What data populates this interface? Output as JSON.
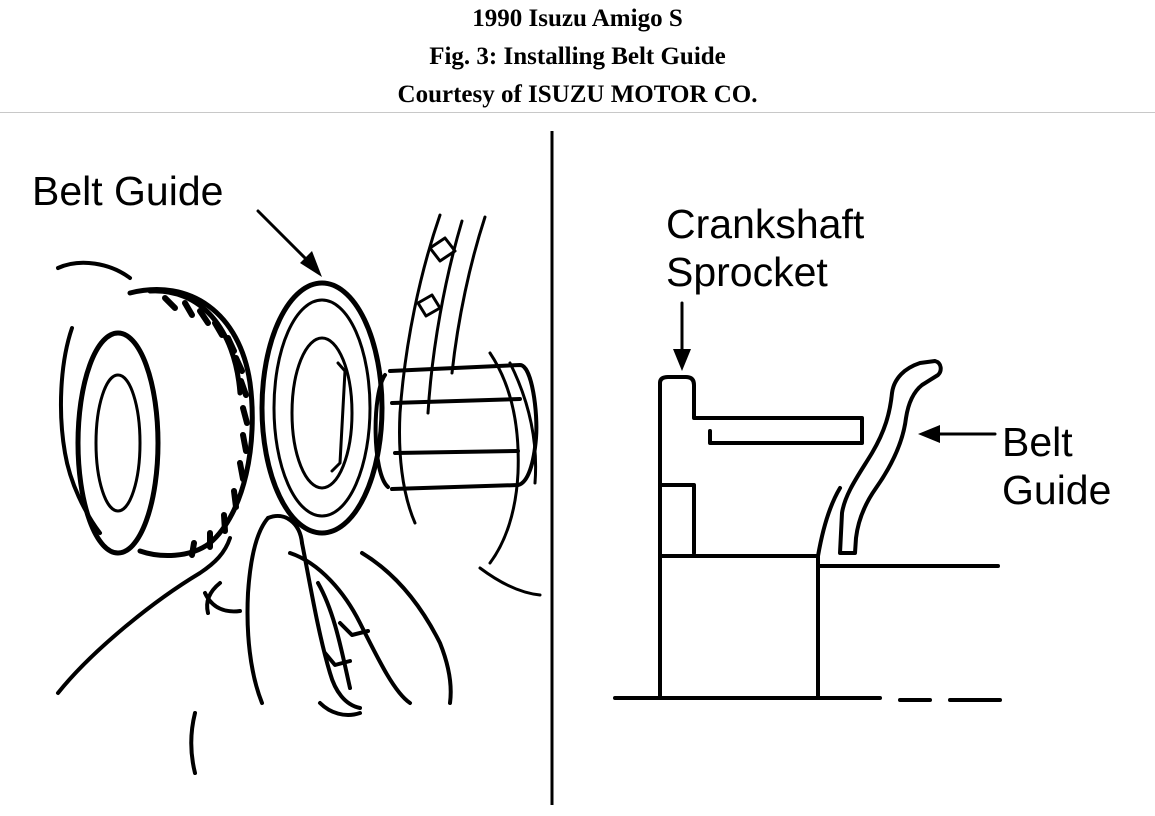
{
  "header": {
    "line1": "1990 Isuzu Amigo S",
    "line2": "Fig. 3: Installing Belt Guide",
    "line3": "Courtesy of ISUZU MOTOR CO."
  },
  "figure": {
    "left_label": "Belt Guide",
    "right_label_crankshaft_1": "Crankshaft",
    "right_label_crankshaft_2": "Sprocket",
    "right_label_belt_1": "Belt",
    "right_label_belt_2": "Guide"
  }
}
